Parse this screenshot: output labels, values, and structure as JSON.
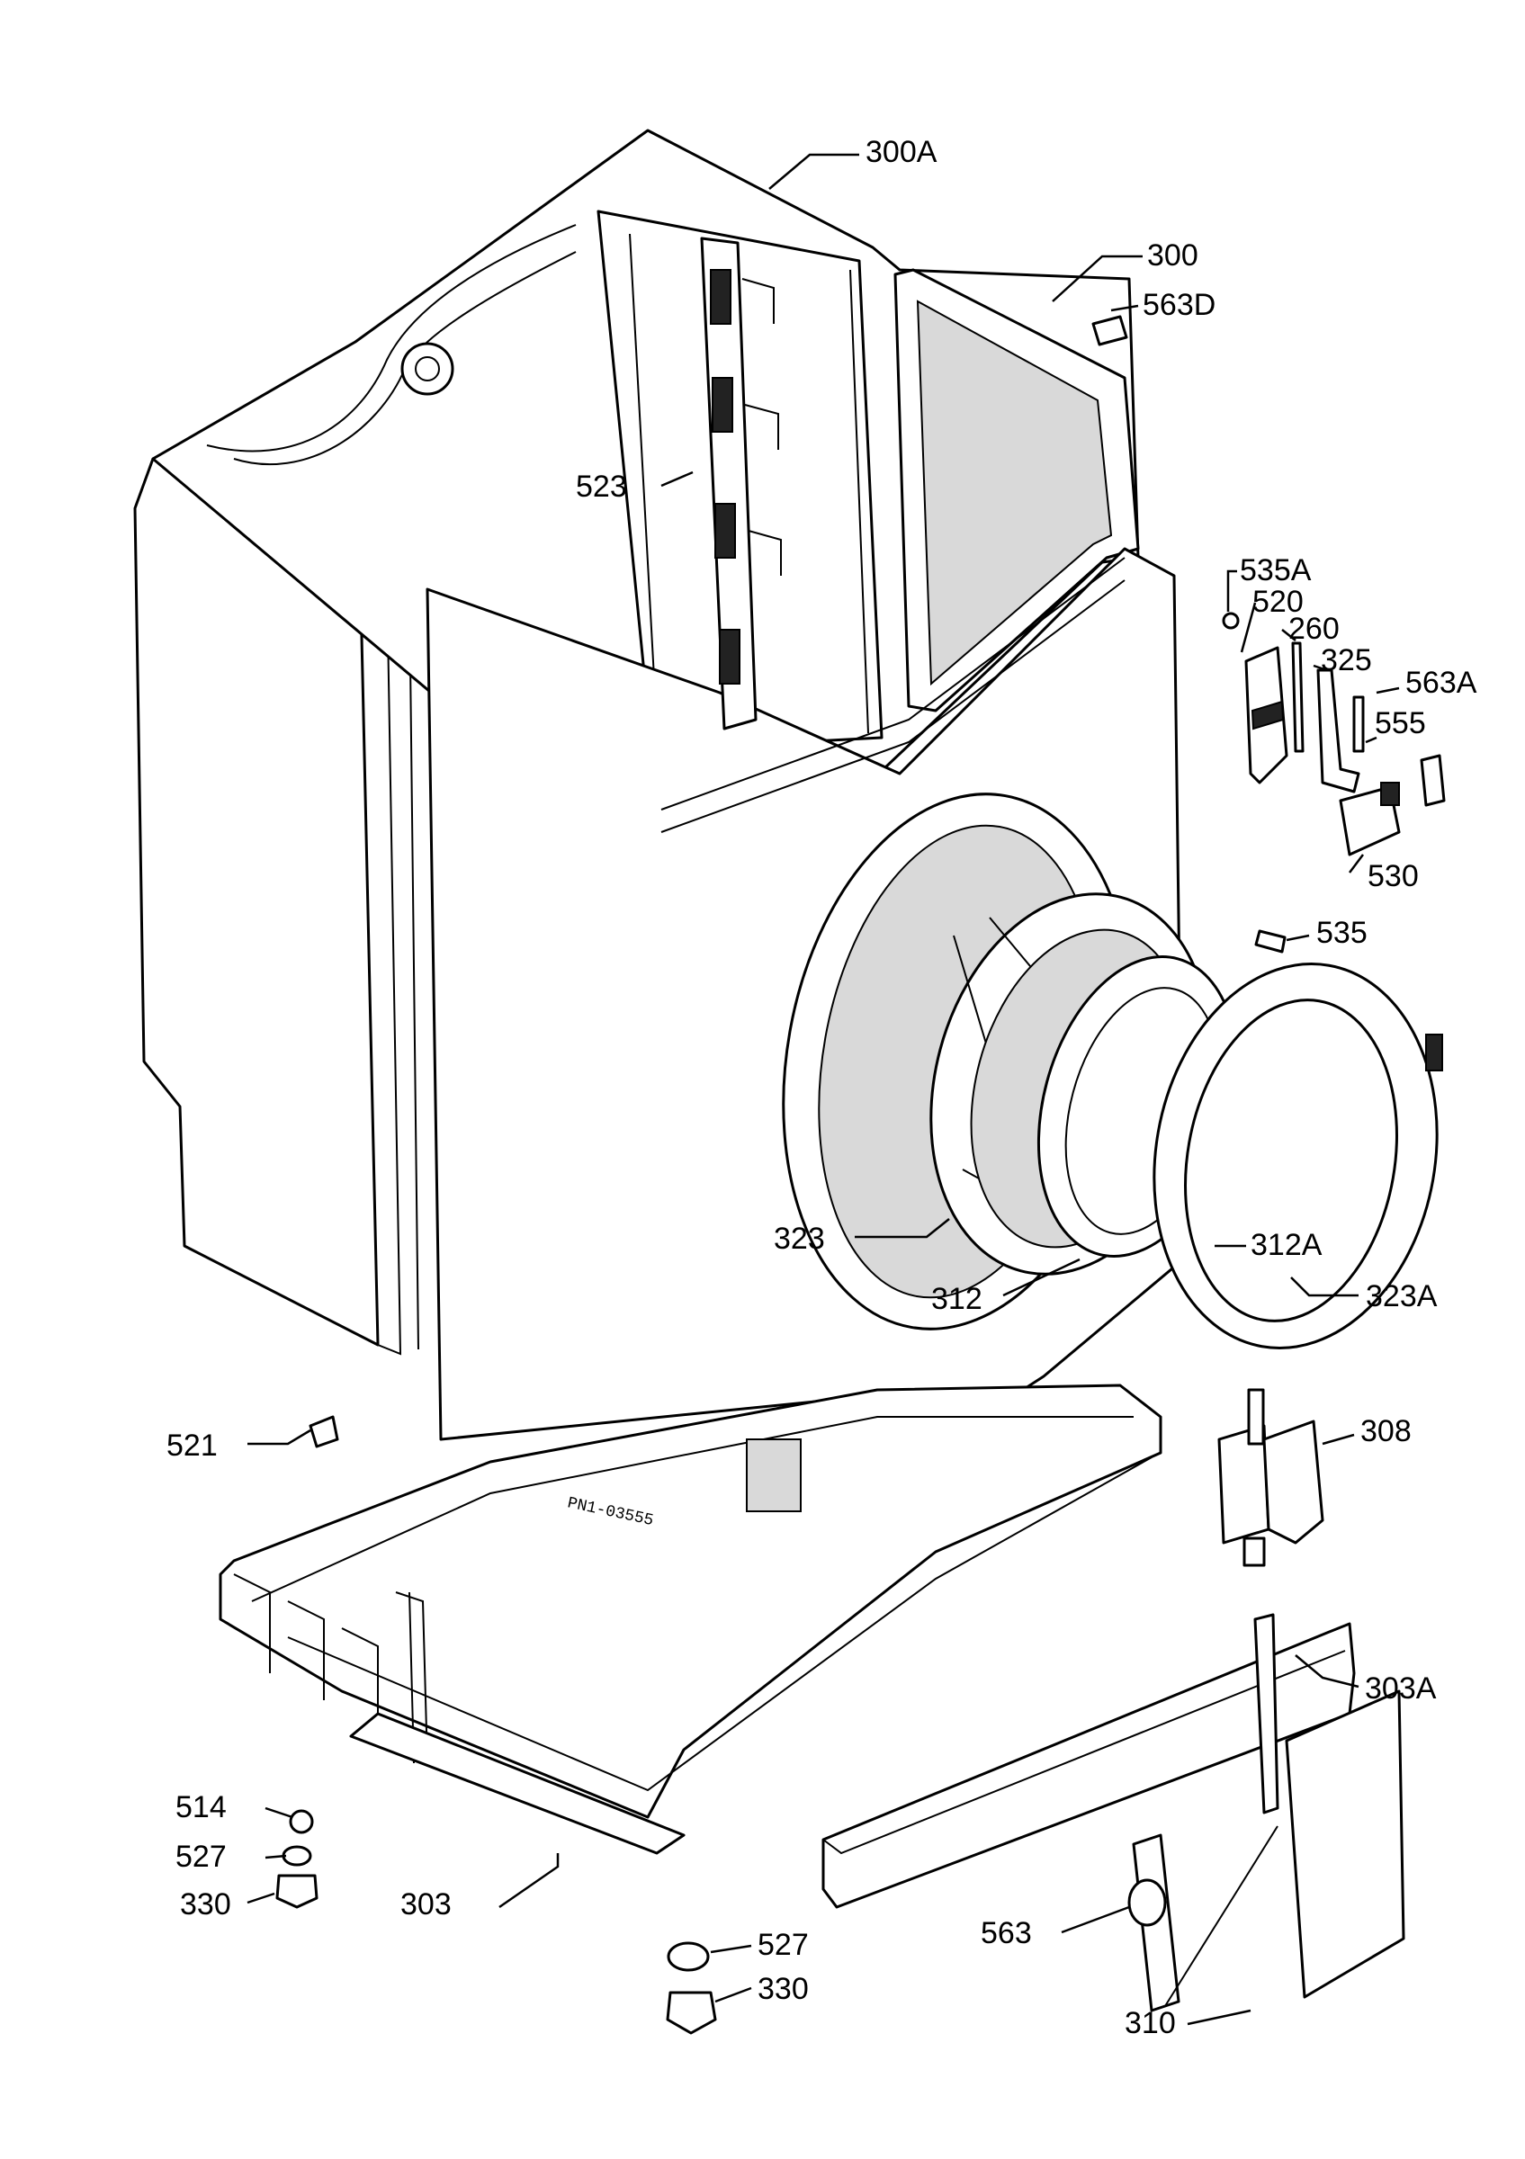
{
  "diagram": {
    "part_labels": {
      "p300A": "300A",
      "p300": "300",
      "p563D": "563D",
      "p523": "523",
      "p535A": "535A",
      "p520": "520",
      "p260": "260",
      "p325": "325",
      "p563A": "563A",
      "p555": "555",
      "p530": "530",
      "p535": "535",
      "p323": "323",
      "p312A": "312A",
      "p312": "312",
      "p323A": "323A",
      "p521": "521",
      "p308": "308",
      "p303A": "303A",
      "p514": "514",
      "p527a": "527",
      "p330a": "330",
      "p303": "303",
      "p527b": "527",
      "p330b": "330",
      "p563": "563",
      "p310": "310"
    },
    "stamp_text": "PN1-03555"
  }
}
